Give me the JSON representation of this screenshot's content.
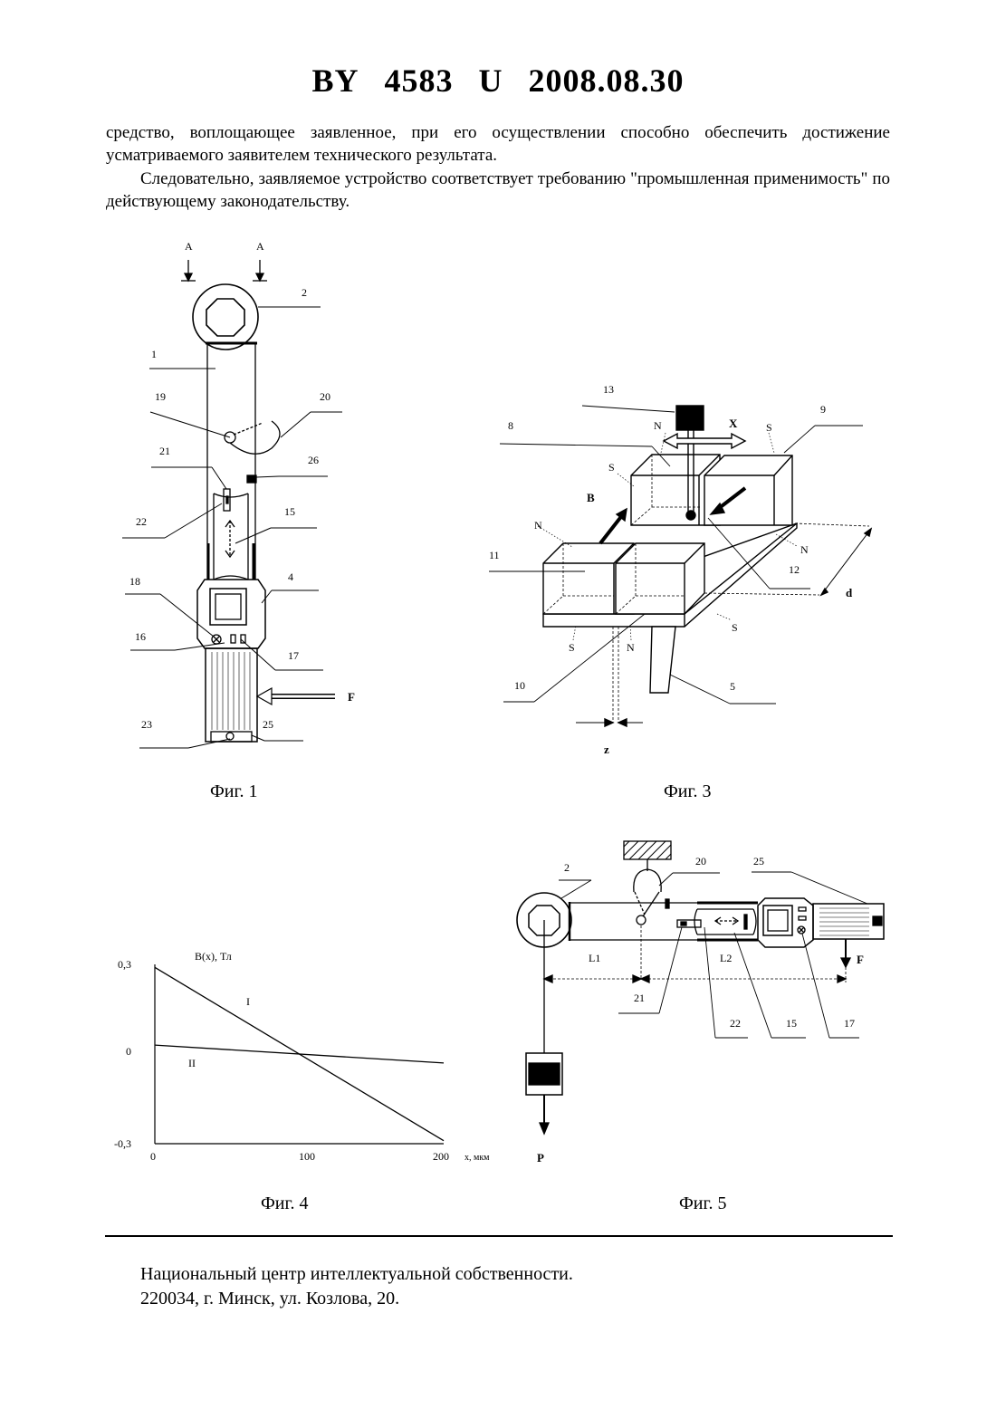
{
  "header": {
    "country": "BY",
    "number": "4583",
    "kind": "U",
    "date": "2008.08.30"
  },
  "text": {
    "paragraph_1": "средство, воплощающее заявленное, при его осуществлении способно обеспечить достижение усматриваемого заявителем технического результата.",
    "paragraph_2": "Следовательно, заявляемое устройство соответствует требованию \"промышленная применимость\" по действующему законодательству."
  },
  "figures": {
    "fig1": {
      "caption": "Фиг. 1",
      "labels": [
        "A",
        "A",
        "2",
        "1",
        "19",
        "20",
        "21",
        "26",
        "22",
        "15",
        "18",
        "4",
        "16",
        "17",
        "F",
        "23",
        "25"
      ]
    },
    "fig3": {
      "caption": "Фиг. 3",
      "labels": [
        "13",
        "X",
        "N",
        "S",
        "9",
        "8",
        "S",
        "B",
        "N",
        "N",
        "11",
        "12",
        "d",
        "S",
        "S",
        "N",
        "10",
        "5",
        "z"
      ]
    },
    "fig4": {
      "caption": "Фиг. 4",
      "labels": [
        "I",
        "II"
      ]
    },
    "fig5": {
      "caption": "Фиг. 5",
      "labels": [
        "2",
        "20",
        "25",
        "L1",
        "L2",
        "F",
        "21",
        "22",
        "15",
        "17",
        "P"
      ]
    }
  },
  "chart_data": {
    "type": "line",
    "title": "",
    "xlabel": "x, мкм",
    "ylabel": "B(x), Тл",
    "xlim": [
      0,
      200
    ],
    "ylim": [
      -0.3,
      0.3
    ],
    "x_ticks": [
      "0",
      "100",
      "200"
    ],
    "y_ticks": [
      "0,3",
      "0",
      "-0,3"
    ],
    "grid": false,
    "series": [
      {
        "name": "I",
        "x": [
          0,
          200
        ],
        "y": [
          0.29,
          -0.29
        ]
      },
      {
        "name": "II",
        "x": [
          0,
          200
        ],
        "y": [
          0.03,
          -0.03
        ]
      }
    ]
  },
  "footer": {
    "line_1": "Национальный центр интеллектуальной собственности.",
    "line_2": "220034, г. Минск, ул. Козлова, 20."
  }
}
